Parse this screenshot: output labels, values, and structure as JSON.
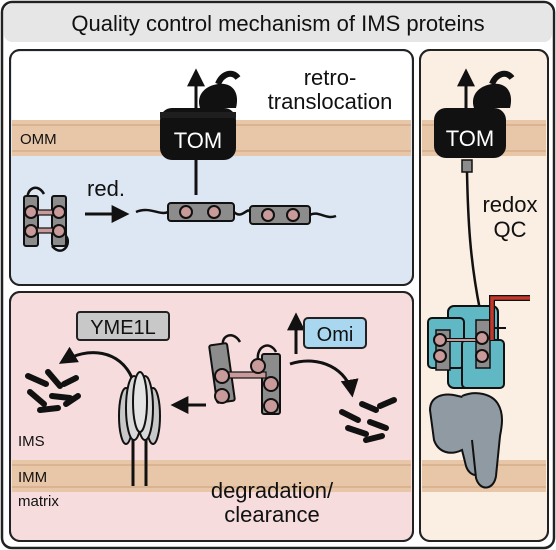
{
  "title": "Quality control mechanism of IMS proteins",
  "top_panel": {
    "retro_line1": "retro-",
    "retro_line2": "translocation",
    "omm_label": "OMM",
    "tom_label": "TOM",
    "red_label": "red."
  },
  "bottom_panel": {
    "yme1l_label": "YME1L",
    "omi_label": "Omi",
    "ims_label": "IMS",
    "imm_label": "IMM",
    "matrix_label": "matrix",
    "degradation_line1": "degradation/",
    "degradation_line2": "clearance"
  },
  "right_panel": {
    "tom_label": "TOM",
    "redox_line1": "redox",
    "redox_line2": "QC"
  },
  "colors": {
    "title_bg": "#e6e6e6",
    "top_panel_bg": "#dde7f3",
    "bottom_panel_bg": "#f6dcdc",
    "right_panel_bg": "#fbeee2",
    "membrane_band": "#e8c6a8",
    "omi_box": "#a9d7f0",
    "yme1l_box": "#c8c8c8",
    "protein_gray": "#8c8c8c",
    "cysteine_pink": "#c89a9a",
    "mia40_teal": "#5fb8c4",
    "red_handle": "#c0392b",
    "erv1_gray": "#8f9aa3"
  }
}
